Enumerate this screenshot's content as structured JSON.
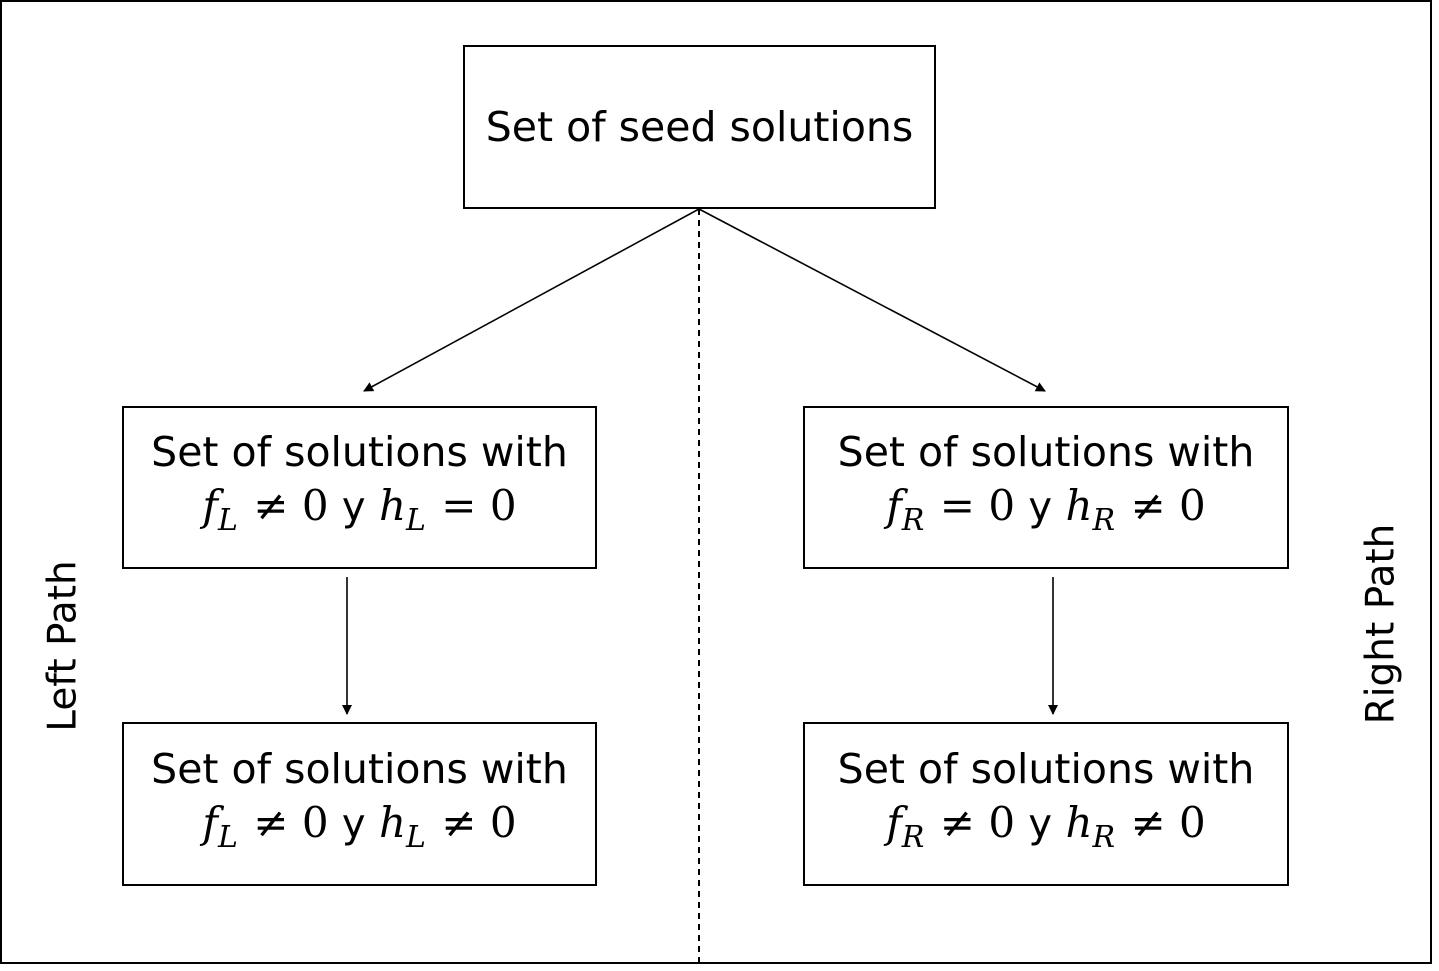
{
  "diagram": {
    "seed": {
      "label": "Set of seed solutions"
    },
    "left_path": {
      "label": "Left Path",
      "top": {
        "text": "Set of solutions with",
        "formula": {
          "f": "f",
          "f_sub": "L",
          "f_rel": "≠",
          "f_val": "0",
          "conj": "y",
          "h": "h",
          "h_sub": "L",
          "h_rel": "=",
          "h_val": "0"
        }
      },
      "bottom": {
        "text": "Set of solutions with",
        "formula": {
          "f": "f",
          "f_sub": "L",
          "f_rel": "≠",
          "f_val": "0",
          "conj": "y",
          "h": "h",
          "h_sub": "L",
          "h_rel": "≠",
          "h_val": "0"
        }
      }
    },
    "right_path": {
      "label": "Right Path",
      "top": {
        "text": "Set of solutions with",
        "formula": {
          "f": "f",
          "f_sub": "R",
          "f_rel": "=",
          "f_val": "0",
          "conj": "y",
          "h": "h",
          "h_sub": "R",
          "h_rel": "≠",
          "h_val": "0"
        }
      },
      "bottom": {
        "text": "Set of solutions with",
        "formula": {
          "f": "f",
          "f_sub": "R",
          "f_rel": "≠",
          "f_val": "0",
          "conj": "y",
          "h": "h",
          "h_sub": "R",
          "h_rel": "≠",
          "h_val": "0"
        }
      }
    },
    "colors": {
      "line": "#000000",
      "background": "#ffffff"
    }
  }
}
